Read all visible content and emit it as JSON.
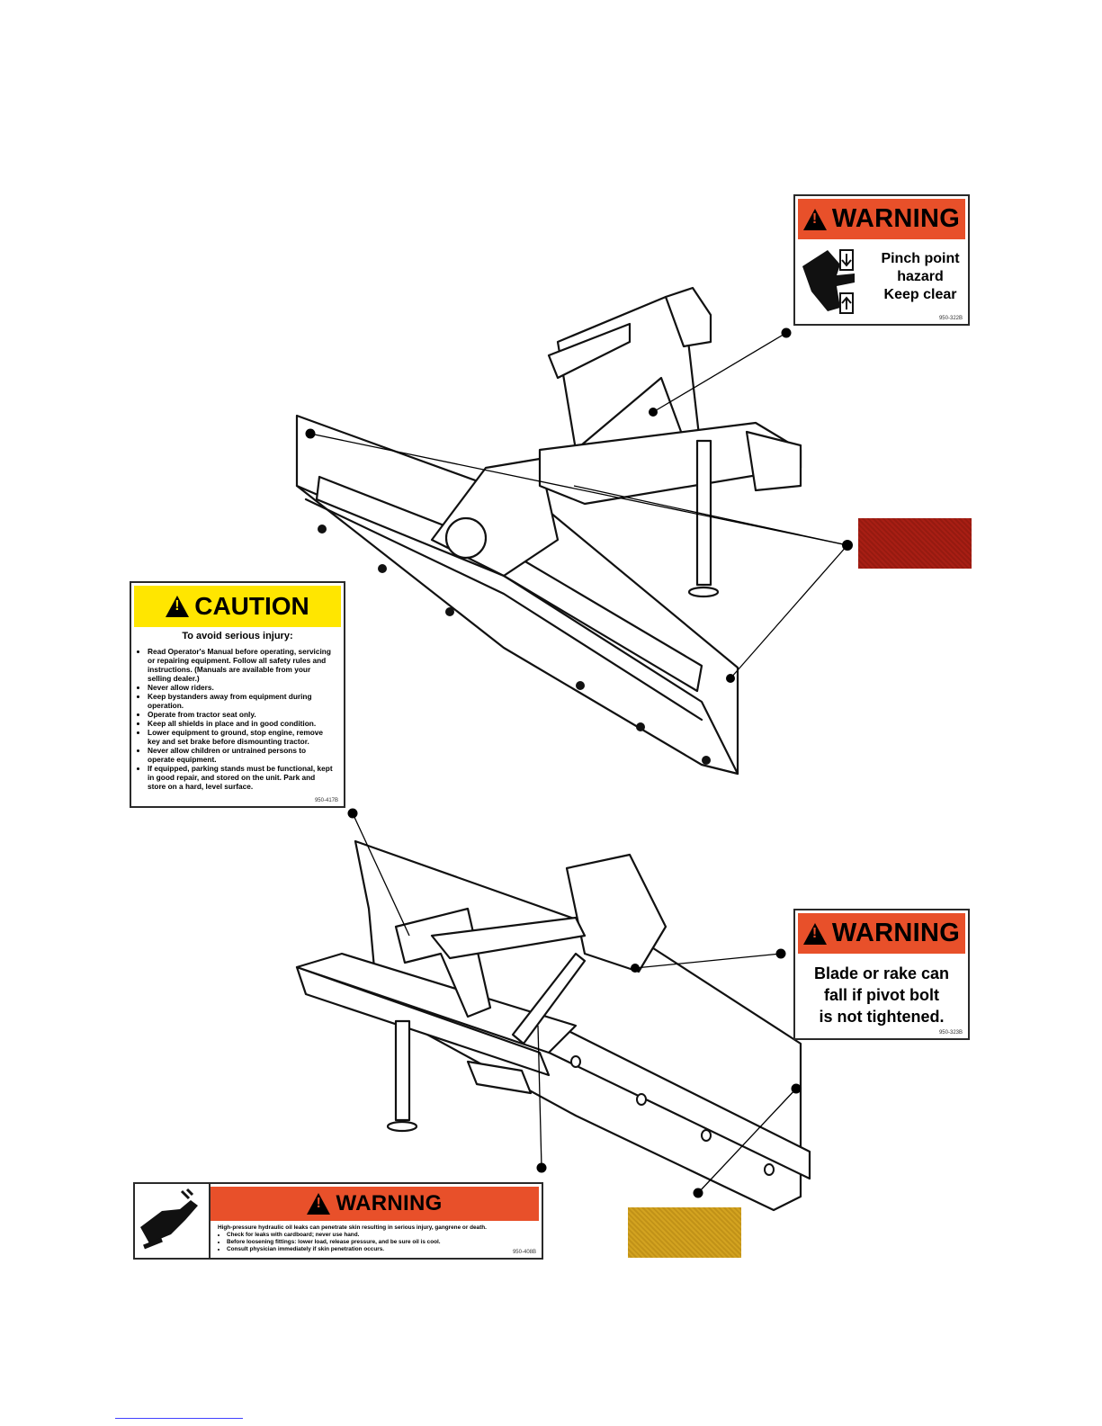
{
  "decals": {
    "warning_pinch": {
      "header": "WARNING",
      "lines": [
        "Pinch point",
        "hazard",
        "Keep clear"
      ],
      "code": "950-322B"
    },
    "warning_pivot": {
      "header": "WARNING",
      "lines": [
        "Blade or rake can",
        "fall if pivot bolt",
        "is not tightened."
      ],
      "code": "950-323B"
    },
    "caution": {
      "header": "CAUTION",
      "subheader": "To avoid serious injury:",
      "items": [
        "Read Operator's Manual before operating, servicing or repairing equipment. Follow all safety rules and instructions. (Manuals are available from your selling dealer.)",
        "Never allow riders.",
        "Keep bystanders away from equipment during operation.",
        "Operate from tractor seat only.",
        "Keep all shields in place and in good condition.",
        "Lower equipment to ground, stop engine, remove key and set brake before dismounting tractor.",
        "Never allow children or untrained persons to operate equipment.",
        "If equipped, parking stands must be functional, kept in good repair, and stored on the unit. Park and store on a hard, level surface."
      ],
      "code": "950-417B"
    },
    "warning_hydraulic": {
      "header": "WARNING",
      "headline": "High-pressure hydraulic oil leaks can penetrate skin resulting in serious injury, gangrene or death.",
      "items": [
        "Check for leaks with cardboard; never use hand.",
        "Before loosening fittings: lower load, release pressure, and  be sure oil is cool.",
        "Consult physician immediately if skin penetration  occurs."
      ],
      "code": "950-408B"
    }
  },
  "reflectors": {
    "red": "#a01c12",
    "amber": "#cc9c1c"
  },
  "colors": {
    "warning_orange": "#e8502a",
    "caution_yellow": "#ffe600"
  }
}
